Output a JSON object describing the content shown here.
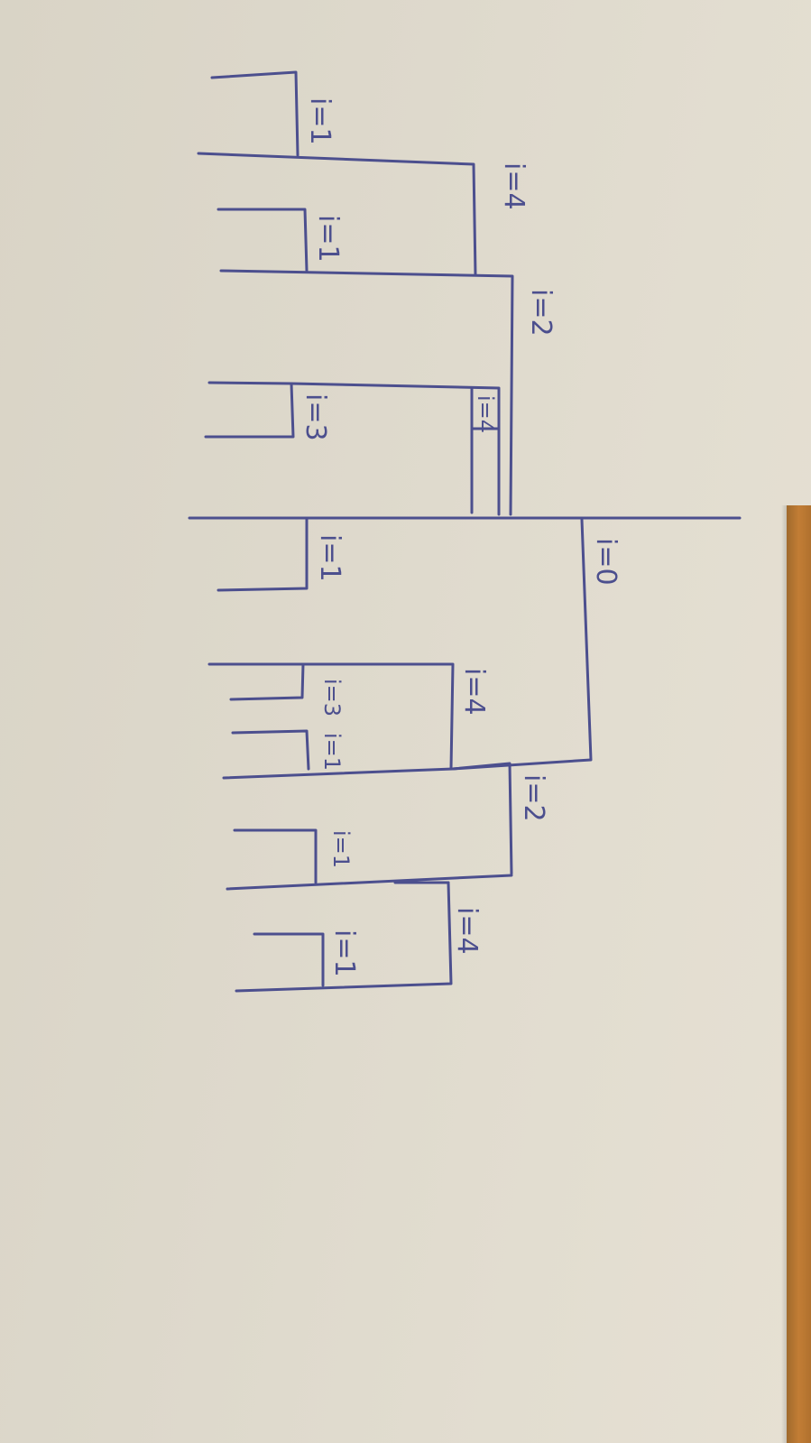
{
  "diagram": {
    "labels": {
      "top_i1": "i=1",
      "upper_i4": "i=4",
      "upper_i1_mid": "i=1",
      "upper_i2": "i=2",
      "upper_i3": "i=3",
      "upper_i4_small": "i=4",
      "center_i1": "i=1",
      "root_i0": "i=0",
      "lower_i3": "i=3",
      "lower_i1": "i=1",
      "lower_i4_mid": "i=4",
      "lower_i2": "i=2",
      "lower_i1_b": "i=1",
      "lower_i4": "i=4",
      "bottom_i1": "i=1"
    },
    "ink_color": "#4c4f8e"
  }
}
